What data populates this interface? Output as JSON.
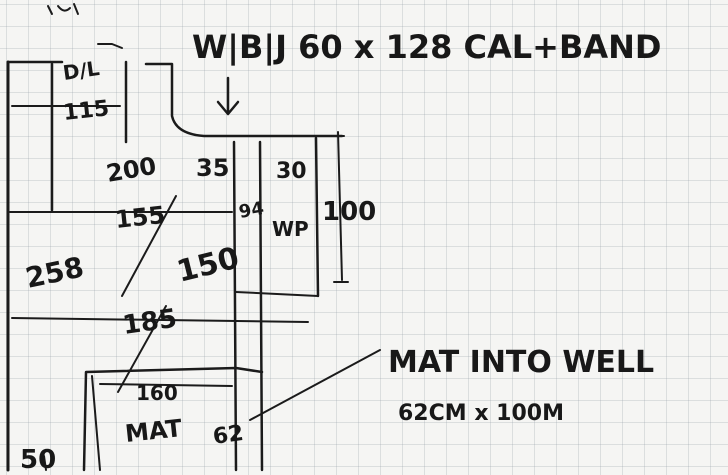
{
  "notes": {
    "window_spec": "W|B|J 60 x 128 CAL+BAND",
    "mat_note": "MAT INTO WELL",
    "mat_size": "62CM x 100M"
  },
  "labels": {
    "d_label": "D/L",
    "m115": "115",
    "m200": "200",
    "m35": "35",
    "m30": "30",
    "m155": "155",
    "m94": "94",
    "wp": "WP",
    "m100": "100",
    "m258": "258",
    "m150": "150",
    "m185": "185",
    "m160": "160",
    "mat": "MAT",
    "m62": "62",
    "m50": "50"
  }
}
